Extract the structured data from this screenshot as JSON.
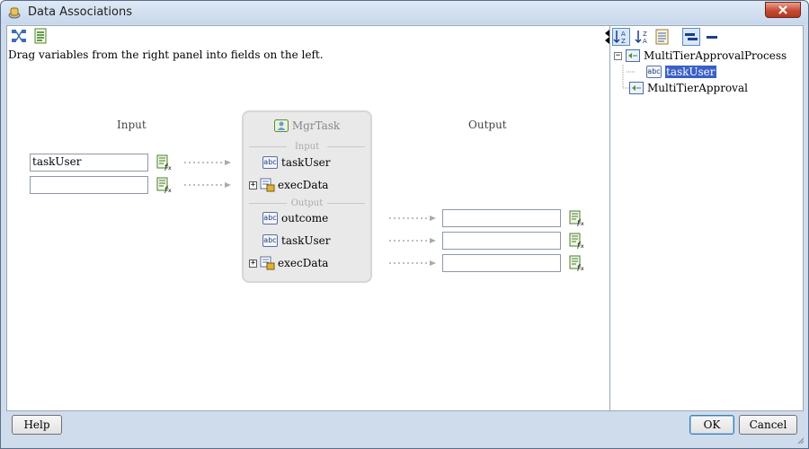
{
  "window": {
    "title": "Data Associations"
  },
  "instruction": "Drag variables from the right panel into fields on the left.",
  "columns": {
    "input": "Input",
    "output": "Output"
  },
  "inputs": [
    {
      "value": "taskUser"
    },
    {
      "value": ""
    }
  ],
  "outputs": [
    {
      "value": ""
    },
    {
      "value": ""
    },
    {
      "value": ""
    }
  ],
  "task": {
    "name": "MgrTask",
    "input_section": "Input",
    "output_section": "Output",
    "inputs": [
      {
        "type_badge": "abc",
        "label": "taskUser"
      },
      {
        "expander": "+",
        "label": "execData"
      }
    ],
    "outputs": [
      {
        "type_badge": "abc",
        "label": "outcome"
      },
      {
        "type_badge": "abc",
        "label": "taskUser"
      },
      {
        "expander": "+",
        "label": "execData"
      }
    ]
  },
  "tree": {
    "root1": {
      "expander": "−",
      "label": "MultiTierApprovalProcess"
    },
    "child": {
      "type_badge": "abc",
      "label": "taskUser"
    },
    "root2": {
      "label": "MultiTierApproval"
    }
  },
  "buttons": {
    "help": "Help",
    "ok": "OK",
    "cancel": "Cancel"
  },
  "colors": {
    "selection": "#3a5fc6",
    "dialog_bg": "#cfdcec"
  }
}
